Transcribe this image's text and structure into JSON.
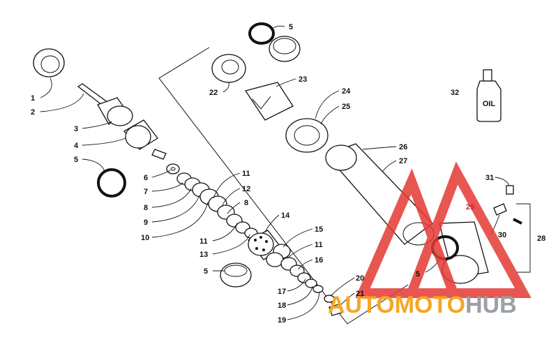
{
  "diagram": {
    "part_labels": [
      "1",
      "2",
      "3",
      "4",
      "5",
      "5",
      "5",
      "5",
      "6",
      "7",
      "8",
      "8",
      "9",
      "10",
      "11",
      "11",
      "11",
      "12",
      "13",
      "14",
      "15",
      "16",
      "17",
      "18",
      "19",
      "20",
      "21",
      "22",
      "23",
      "24",
      "25",
      "26",
      "27",
      "28",
      "29",
      "30",
      "31",
      "32"
    ],
    "oil_bottle_label": "OIL"
  },
  "watermark": {
    "brand_part1": "AUTOMOTO",
    "brand_part2": "HUB",
    "color_primary": "#f5a623",
    "color_secondary": "#9aa0a6",
    "triangle_color": "#e53935"
  }
}
